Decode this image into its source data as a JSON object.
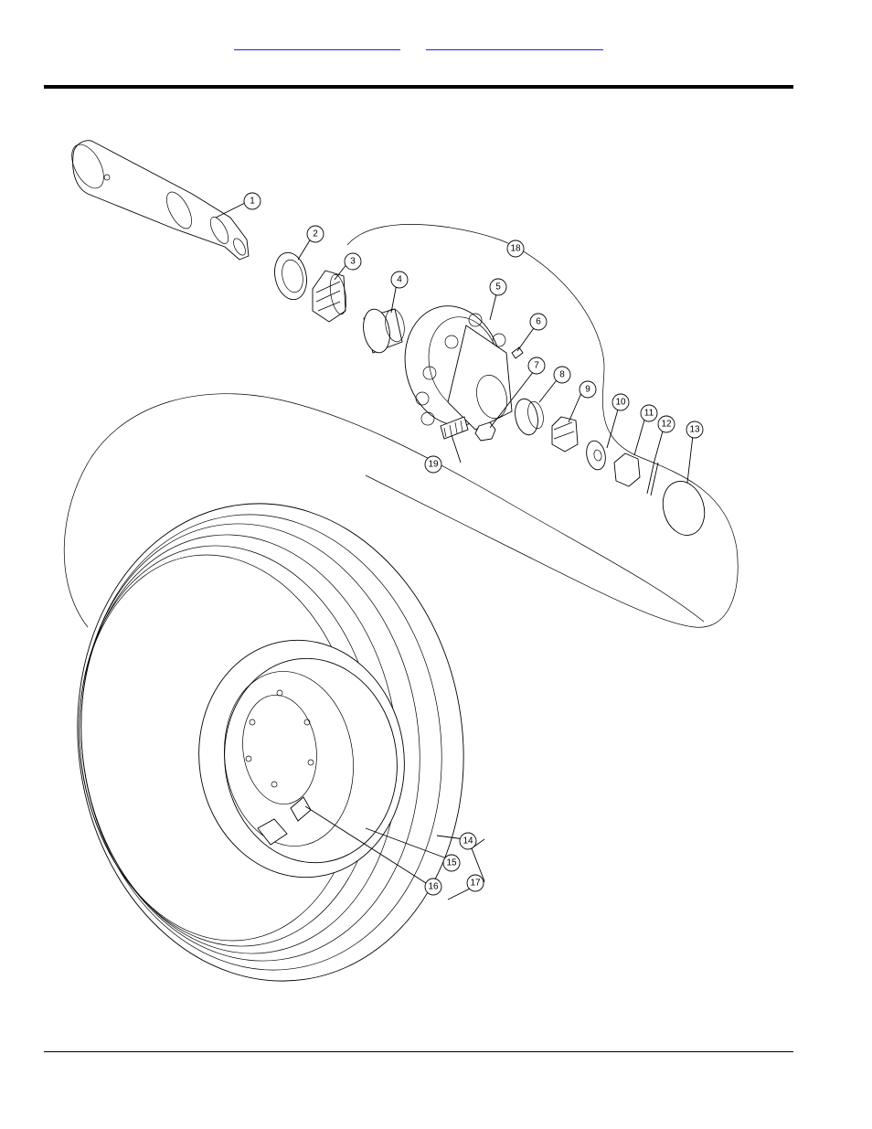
{
  "header": {
    "link_left": "",
    "link_right": ""
  },
  "diagram": {
    "callouts": [
      "1",
      "2",
      "3",
      "4",
      "5",
      "6",
      "7",
      "8",
      "9",
      "10",
      "11",
      "12",
      "13",
      "14",
      "15",
      "16",
      "17",
      "18",
      "19"
    ]
  },
  "footer": {
    "text": ""
  }
}
